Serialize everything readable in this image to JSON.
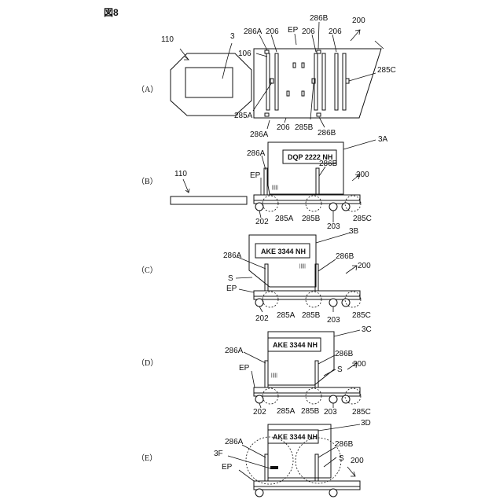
{
  "figure_title": "図8",
  "panels": {
    "a": "（A）",
    "b": "（B）",
    "c": "（C）",
    "d": "（D）",
    "e": "（E）"
  },
  "labels": {
    "l110": "110",
    "l3": "3",
    "l286A": "286A",
    "l206": "206",
    "lEP": "EP",
    "l286B": "286B",
    "l200": "200",
    "l106": "106",
    "l285C": "285C",
    "l285A": "285A",
    "l285B": "285B",
    "l3A": "3A",
    "l3B": "3B",
    "l3C": "3C",
    "l3D": "3D",
    "l3F": "3F",
    "l202": "202",
    "l203": "203",
    "lS": "S"
  },
  "plates": {
    "b": "DQP  2222  NH",
    "c": "AKE  3344 NH",
    "d": "AKE  3344 NH",
    "e": "AKE  3344 NH"
  },
  "code_mark": "|||||"
}
